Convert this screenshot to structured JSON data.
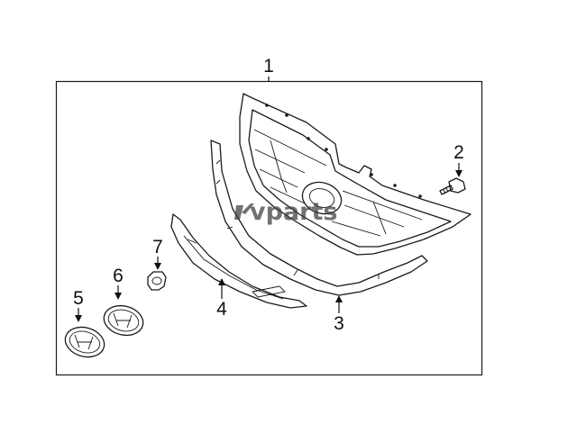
{
  "diagram": {
    "callouts": {
      "c1": "1",
      "c2": "2",
      "c3": "3",
      "c4": "4",
      "c5": "5",
      "c6": "6",
      "c7": "7"
    },
    "watermark": "vparts",
    "colors": {
      "line": "#1a1a1a",
      "background": "#ffffff",
      "watermark": "#3b3b3b"
    }
  }
}
